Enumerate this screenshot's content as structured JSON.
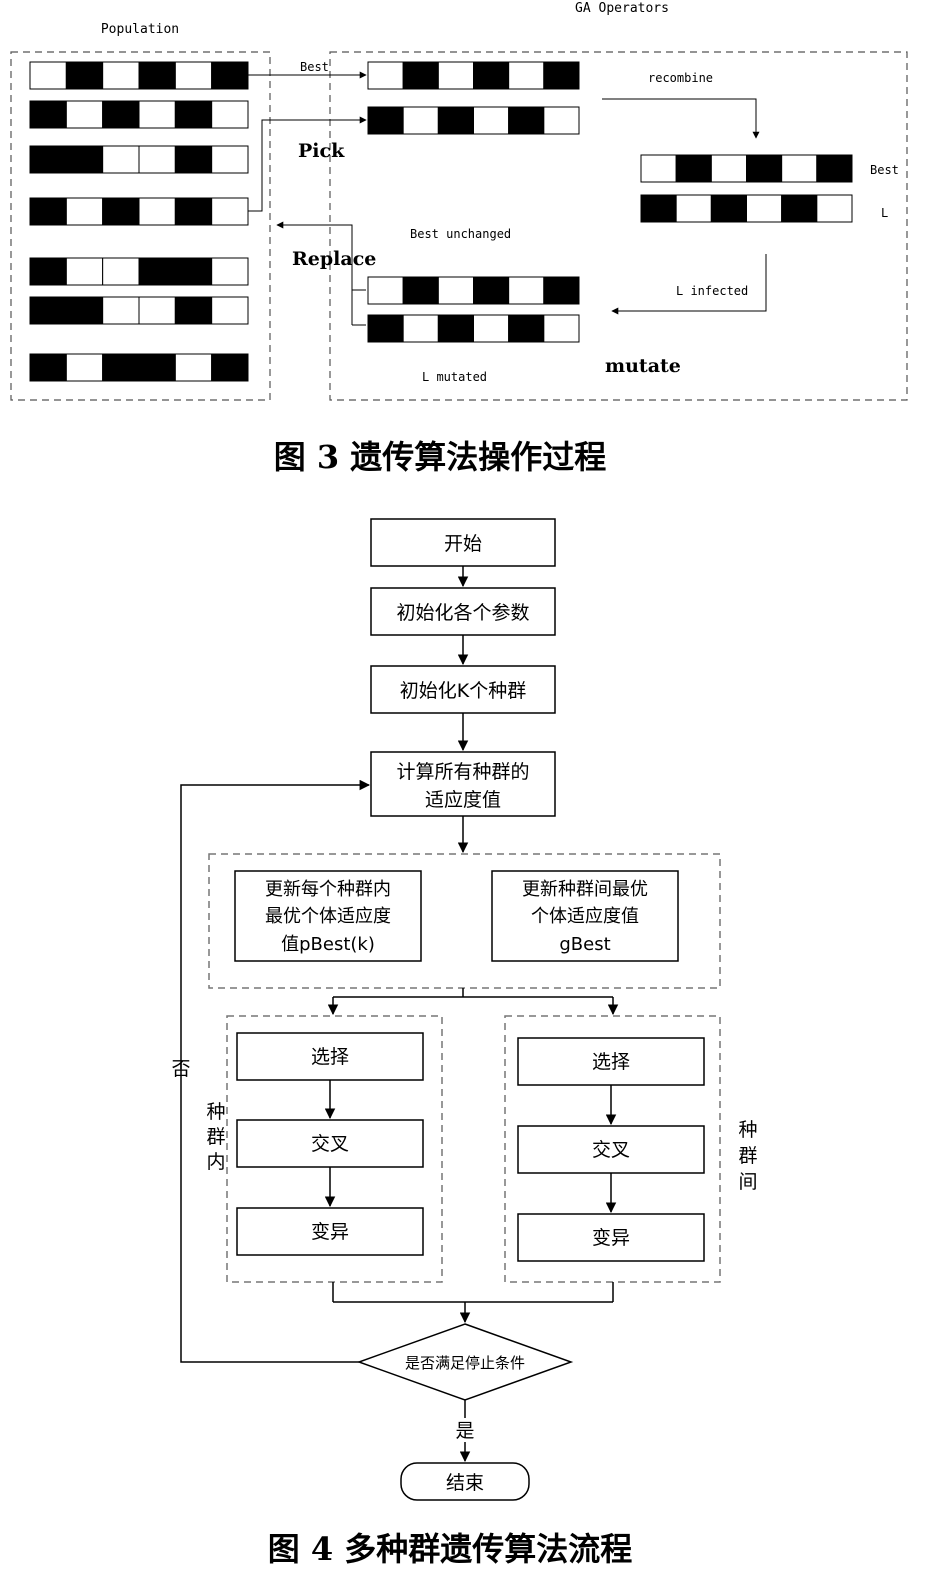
{
  "fig3": {
    "population_label": "Population",
    "ga_operators_label": "GA Operators",
    "best_label": "Best",
    "recombine_label": "recombine",
    "pick_label": "Pick",
    "best_right_label": "Best",
    "l_label": "L",
    "best_unchanged_label": "Best unchanged",
    "replace_label": "Replace",
    "l_infected_label": "L infected",
    "l_mutated_label": "L mutated",
    "mutate_label": "mutate",
    "caption": "图 3  遗传算法操作过程",
    "population_rows": [
      [
        0,
        1,
        0,
        1,
        0,
        1
      ],
      [
        1,
        0,
        1,
        0,
        1,
        0
      ],
      [
        1,
        1,
        0,
        0,
        1,
        0
      ],
      [
        1,
        0,
        1,
        0,
        1,
        0
      ],
      [
        1,
        0,
        0,
        1,
        1,
        0
      ],
      [
        1,
        1,
        0,
        0,
        1,
        0
      ],
      [
        1,
        0,
        1,
        1,
        0,
        1
      ]
    ],
    "best_chromosome": [
      0,
      1,
      0,
      1,
      0,
      1
    ],
    "pick_chromosome": [
      1,
      0,
      1,
      0,
      1,
      0
    ],
    "recombined_best": [
      0,
      1,
      0,
      1,
      0,
      1
    ],
    "recombined_l": [
      1,
      0,
      1,
      0,
      1,
      0
    ],
    "unchanged_best": [
      0,
      1,
      0,
      1,
      0,
      1
    ],
    "mutated_l": [
      1,
      0,
      1,
      0,
      1,
      0
    ]
  },
  "fig4": {
    "start": "开始",
    "init_params": "初始化各个参数",
    "init_pop": "初始化K个种群",
    "calc_line1": "计算所有种群的",
    "calc_line2": "适应度值",
    "update_intra_line1": "更新每个种群内",
    "update_intra_line2": "最优个体适应度",
    "update_intra_line3": "值pBest(k)",
    "update_inter_line1": "更新种群间最优",
    "update_inter_line2": "个体适应度值",
    "update_inter_line3": "gBest",
    "select_left": "选择",
    "cross_left": "交叉",
    "mutate_left": "变异",
    "select_right": "选择",
    "cross_right": "交叉",
    "mutate_right": "变异",
    "intra_label": [
      "种",
      "群",
      "内"
    ],
    "inter_label": [
      "种",
      "群",
      "间"
    ],
    "no_label": "否",
    "decision": "是否满足停止条件",
    "yes_label": "是",
    "end": "结束",
    "caption": "图 4  多种群遗传算法流程"
  }
}
